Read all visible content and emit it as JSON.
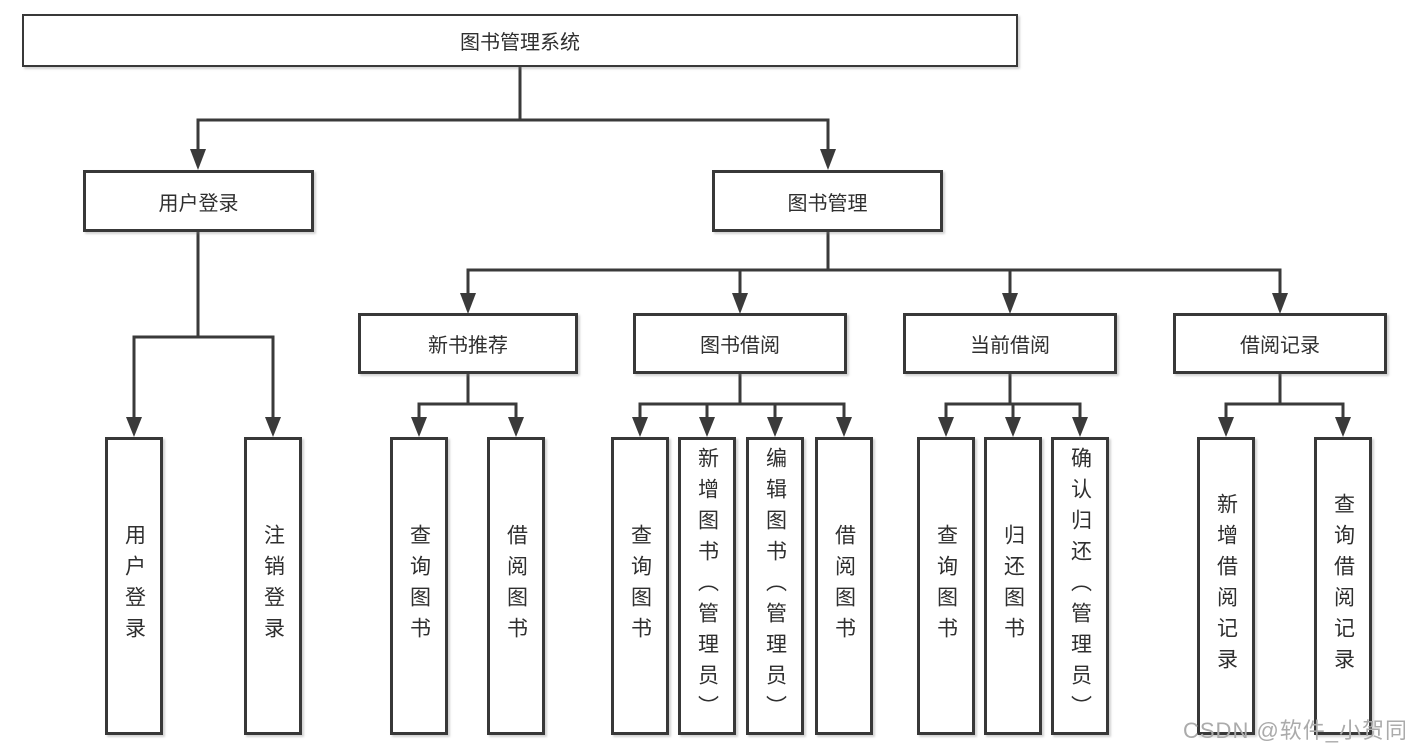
{
  "diagram": {
    "root": "图书管理系统",
    "level2": [
      "用户登录",
      "图书管理"
    ],
    "level3": [
      "新书推荐",
      "图书借阅",
      "当前借阅",
      "借阅记录"
    ],
    "leaves": {
      "user_login": [
        "用户登录",
        "注销登录"
      ],
      "new_books": [
        "查询图书",
        "借阅图书"
      ],
      "book_borrow": [
        "查询图书",
        "新增图书（管理员）",
        "编辑图书（管理员）",
        "借阅图书"
      ],
      "current_borrow": [
        "查询图书",
        "归还图书",
        "确认归还（管理员）"
      ],
      "borrow_records": [
        "新增借阅记录",
        "查询借阅记录"
      ]
    }
  },
  "colors": {
    "line": "#3a3a3a",
    "box_border": "#383838",
    "watermark": "#ababab"
  },
  "watermark": {
    "text": "CSDN @软件_小贺同学"
  }
}
